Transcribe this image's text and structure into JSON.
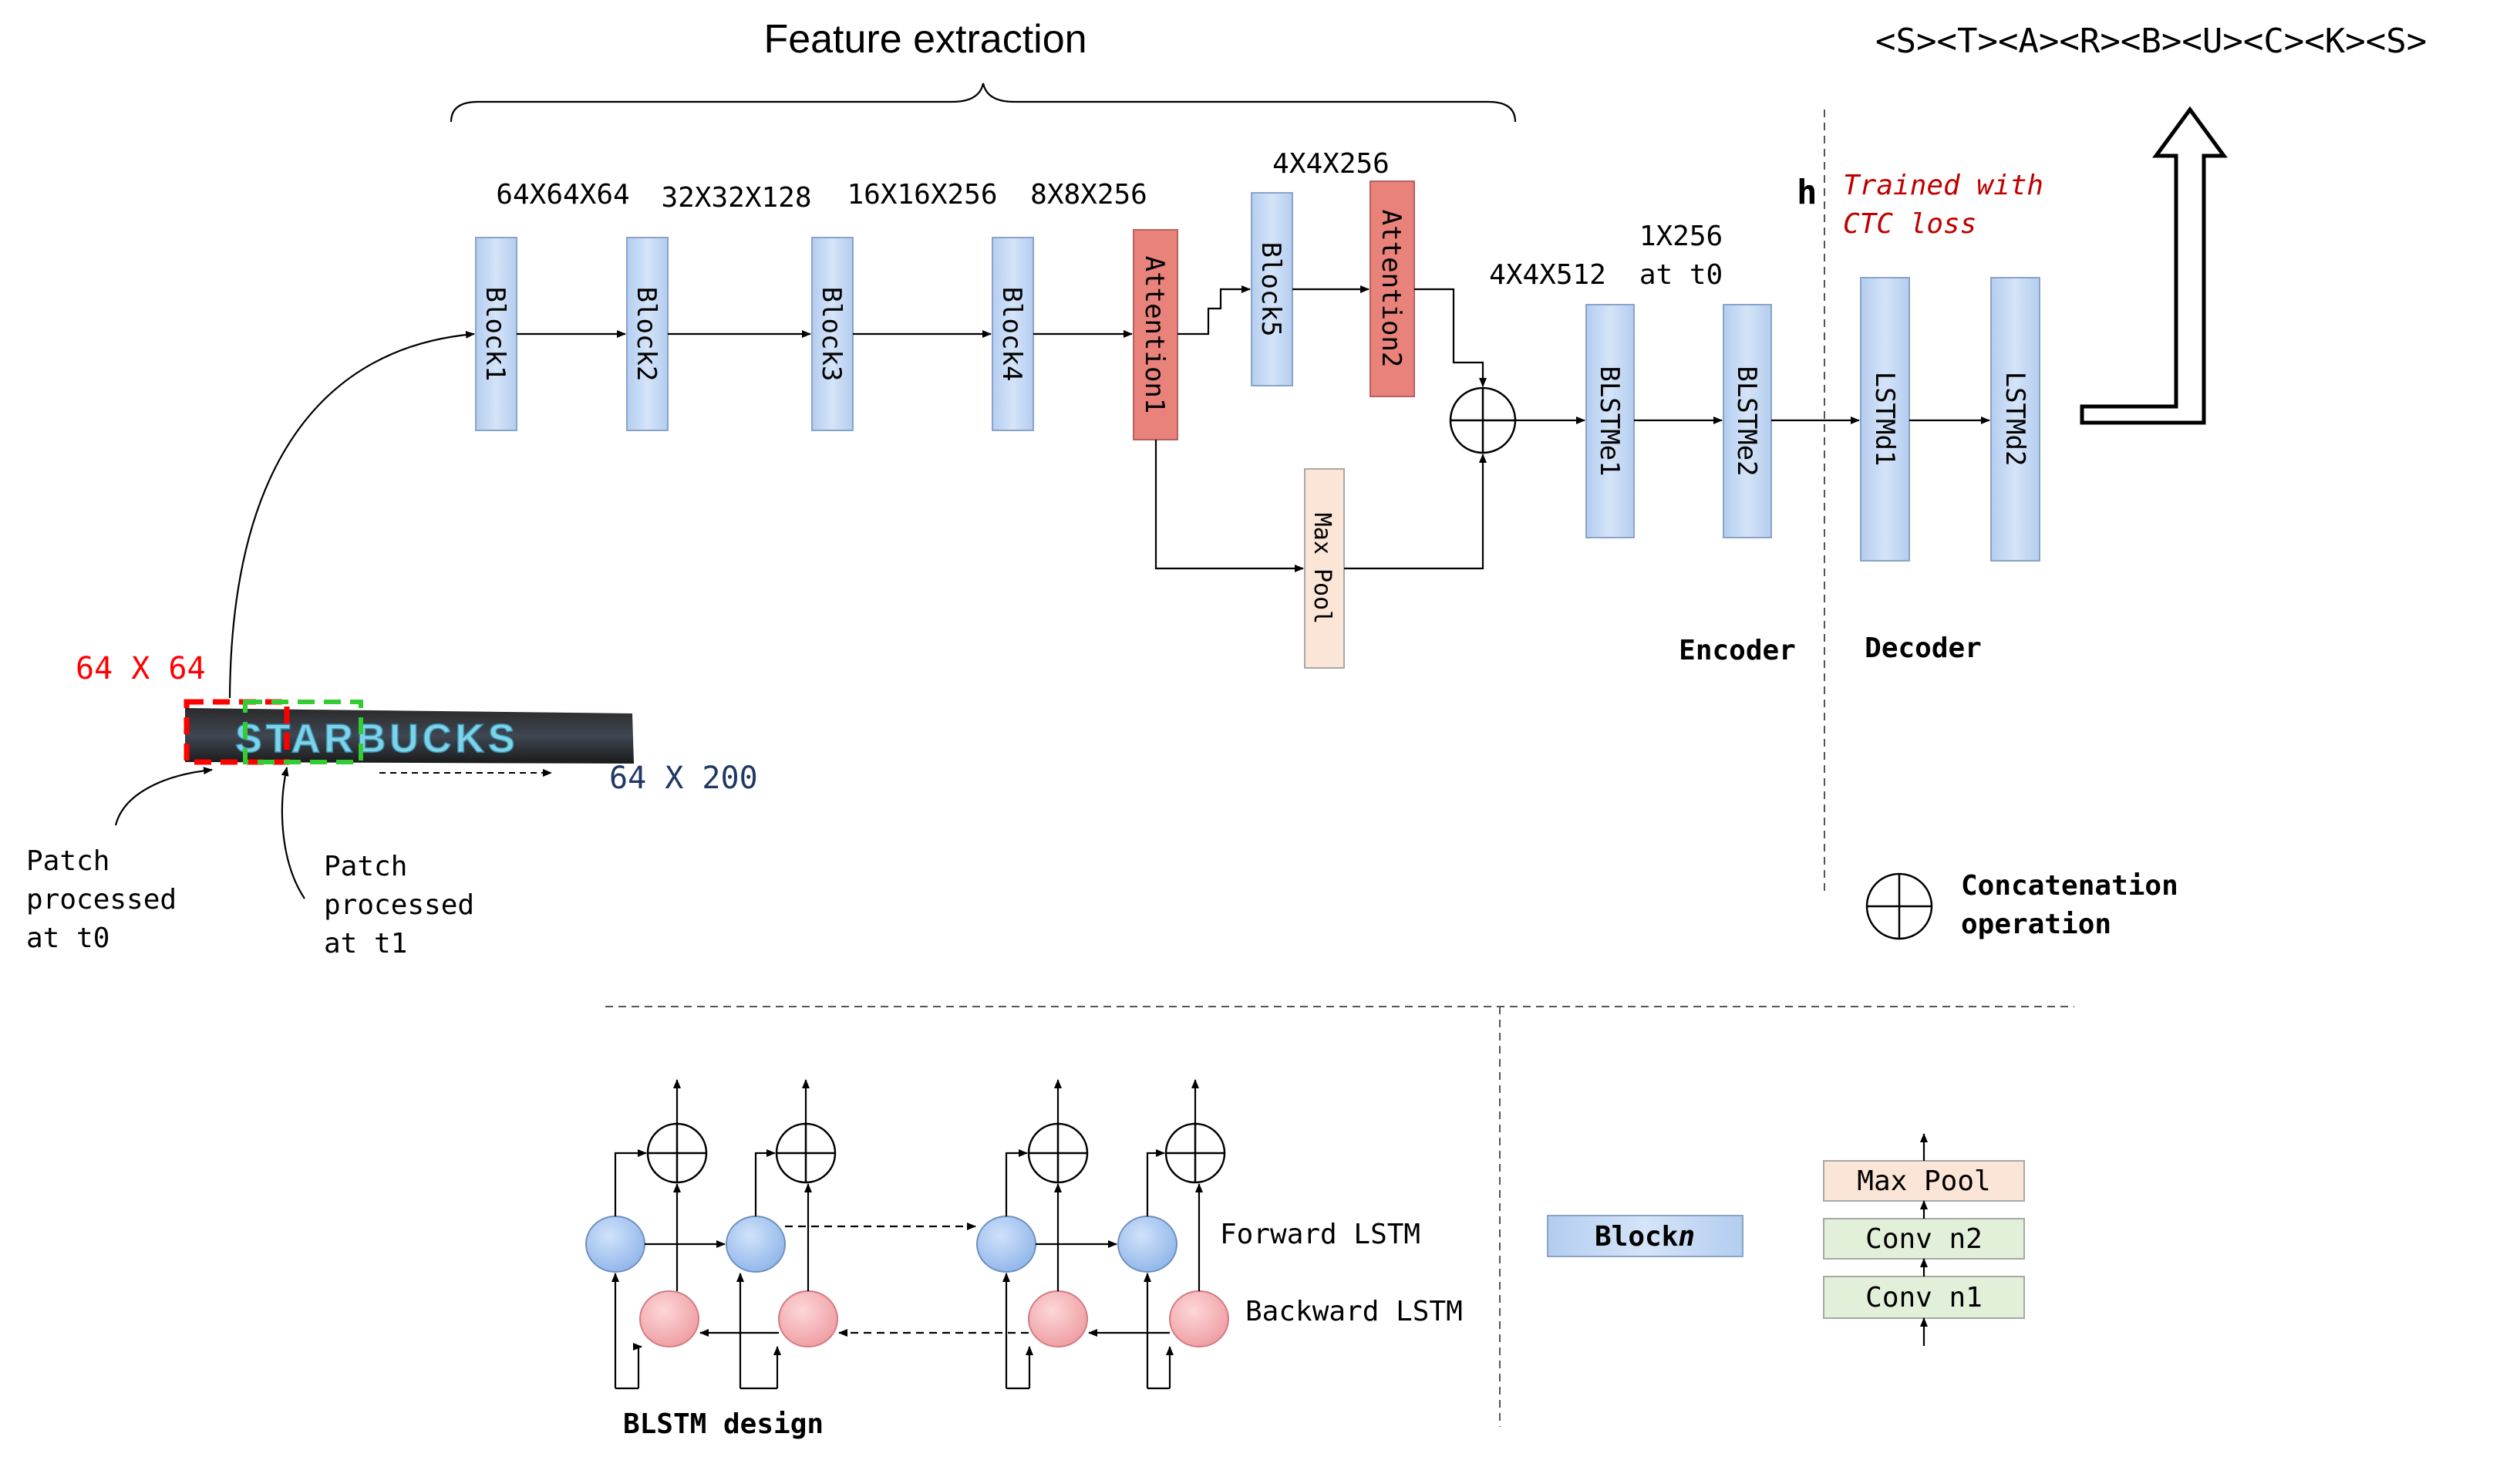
{
  "title": "Feature extraction",
  "output_sequence": "<S><T><A><R><B><U><C><K><S>",
  "blocks": [
    "Block1",
    "Block2",
    "Block3",
    "Block4",
    "Block5"
  ],
  "dims": {
    "b1": "64X64X64",
    "b2": "32X32X128",
    "b3": "16X16X256",
    "b4": "8X8X256",
    "b5": "4X4X256",
    "concat": "4X4X512",
    "enc_out_line1": "1X256",
    "enc_out_line2": "at t0"
  },
  "attention": [
    "Attention1",
    "Attention2"
  ],
  "maxpool": "Max Pool",
  "encoder_cells": [
    "BLSTMe1",
    "BLSTMe2"
  ],
  "decoder_cells": [
    "LSTMd1",
    "LSTMd2"
  ],
  "labels": {
    "h": "h",
    "ctc_line1": "Trained with",
    "ctc_line2": "CTC loss",
    "encoder": "Encoder",
    "decoder": "Decoder",
    "concat_line1": "Concatenation",
    "concat_line2": "operation",
    "input_patch": "64 X 64",
    "input_size": "64 X 200",
    "patch_t0": [
      "Patch",
      "processed",
      "at t0"
    ],
    "patch_t1": [
      "Patch",
      "processed",
      "at t1"
    ],
    "input_word": "STARBUCKS",
    "forward_lstm": "Forward LSTM",
    "backward_lstm": "Backward LSTM",
    "blstm_design": "BLSTM design",
    "blockn_prefix": "Block",
    "blockn_suffix": "n",
    "legend_maxpool": "Max Pool",
    "legend_conv2": "Conv n2",
    "legend_conv1": "Conv n1"
  },
  "colors": {
    "block_blue": "#c6d9f5",
    "attention_red": "#e9827a",
    "maxpool_peach": "#fbe5d6",
    "conv_green": "#e2efd9",
    "forward_circle": "#aac8f0",
    "backward_circle": "#f2b3b6",
    "patch_red": "#ff0000",
    "patch_green": "#33cc33",
    "ctc_text": "#c00000",
    "input_size_text": "#1f3864"
  }
}
